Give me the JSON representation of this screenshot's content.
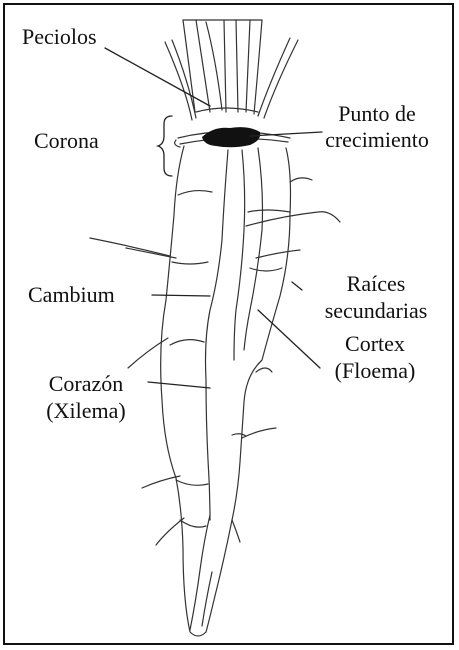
{
  "labels": {
    "peciolos": "Peciolos",
    "punto_line1": "Punto de",
    "punto_line2": "crecimiento",
    "corona": "Corona",
    "cambium": "Cambium",
    "raices_line1": "Raíces",
    "raices_line2": "secundarias",
    "cortex_line1": "Cortex",
    "cortex_line2": "(Floema)",
    "corazon_line1": "Corazón",
    "corazon_line2": "(Xilema)"
  },
  "colors": {
    "ink": "#222222",
    "growth_point": "#111111",
    "background": "#ffffff"
  }
}
